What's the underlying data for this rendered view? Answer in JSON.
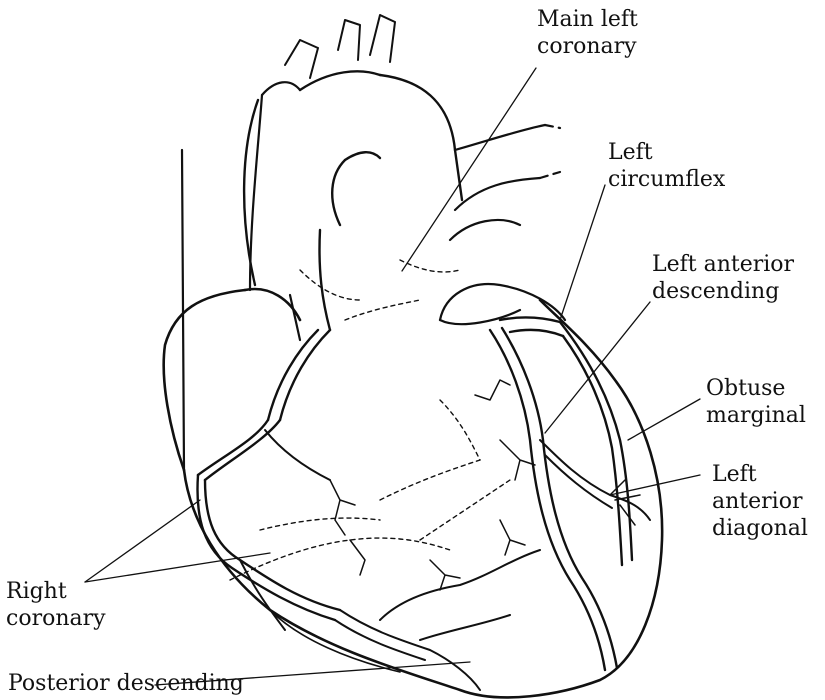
{
  "colors": {
    "ink": "#111111",
    "background": "#ffffff"
  },
  "labels": {
    "main_left_coronary": [
      "Main left",
      "coronary"
    ],
    "left_circumflex": [
      "Left",
      "circumflex"
    ],
    "left_anterior_descending": [
      "Left anterior",
      "descending"
    ],
    "obtuse_marginal": [
      "Obtuse",
      "marginal"
    ],
    "left_anterior_diagonal": [
      "Left",
      "anterior",
      "diagonal"
    ],
    "right_coronary": [
      "Right",
      "coronary"
    ],
    "posterior_descending": [
      "Posterior descending"
    ]
  }
}
